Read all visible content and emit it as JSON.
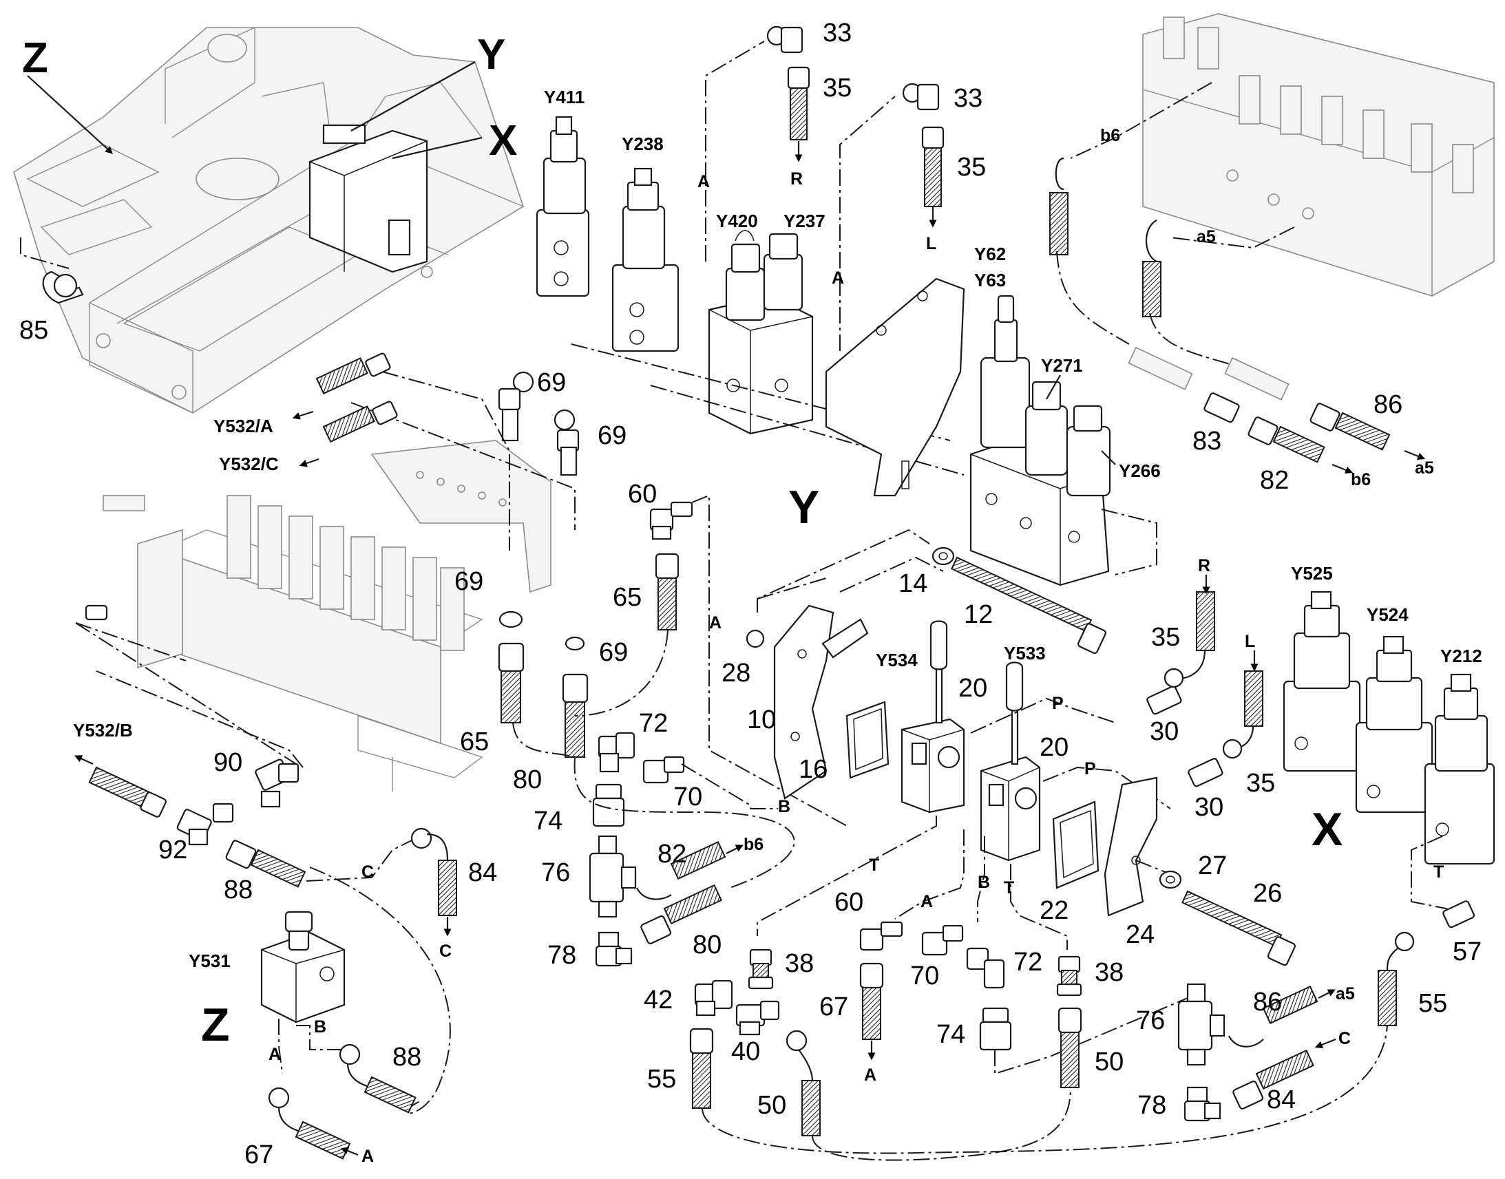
{
  "views": {
    "Z": "Z",
    "Y": "Y",
    "X": "X"
  },
  "valves": {
    "Y411": "Y411",
    "Y238": "Y238",
    "Y420": "Y420",
    "Y237": "Y237",
    "Y62": "Y62",
    "Y63": "Y63",
    "Y271": "Y271",
    "Y266": "Y266",
    "Y525": "Y525",
    "Y524": "Y524",
    "Y212": "Y212",
    "Y534": "Y534",
    "Y533": "Y533",
    "Y531": "Y531",
    "Y532A": "Y532/A",
    "Y532B": "Y532/B",
    "Y532C": "Y532/C"
  },
  "parts": {
    "p10": "10",
    "p12": "12",
    "p14": "14",
    "p16": "16",
    "p20": "20",
    "p22": "22",
    "p24": "24",
    "p26": "26",
    "p27": "27",
    "p28": "28",
    "p30": "30",
    "p33": "33",
    "p35": "35",
    "p38": "38",
    "p40": "40",
    "p42": "42",
    "p50": "50",
    "p55": "55",
    "p57": "57",
    "p60": "60",
    "p65": "65",
    "p67": "67",
    "p69": "69",
    "p70": "70",
    "p72": "72",
    "p74": "74",
    "p76": "76",
    "p78": "78",
    "p80": "80",
    "p82": "82",
    "p83": "83",
    "p84": "84",
    "p85": "85",
    "p86": "86",
    "p88": "88",
    "p90": "90",
    "p92": "92"
  },
  "ports": {
    "A": "A",
    "B": "B",
    "C": "C",
    "P": "P",
    "T": "T",
    "R": "R",
    "L": "L",
    "a5": "a5",
    "b6": "b6"
  },
  "icons": [
    "arrow-icon",
    "hose-icon",
    "fitting-icon",
    "solenoid-valve-icon",
    "joystick-icon"
  ]
}
